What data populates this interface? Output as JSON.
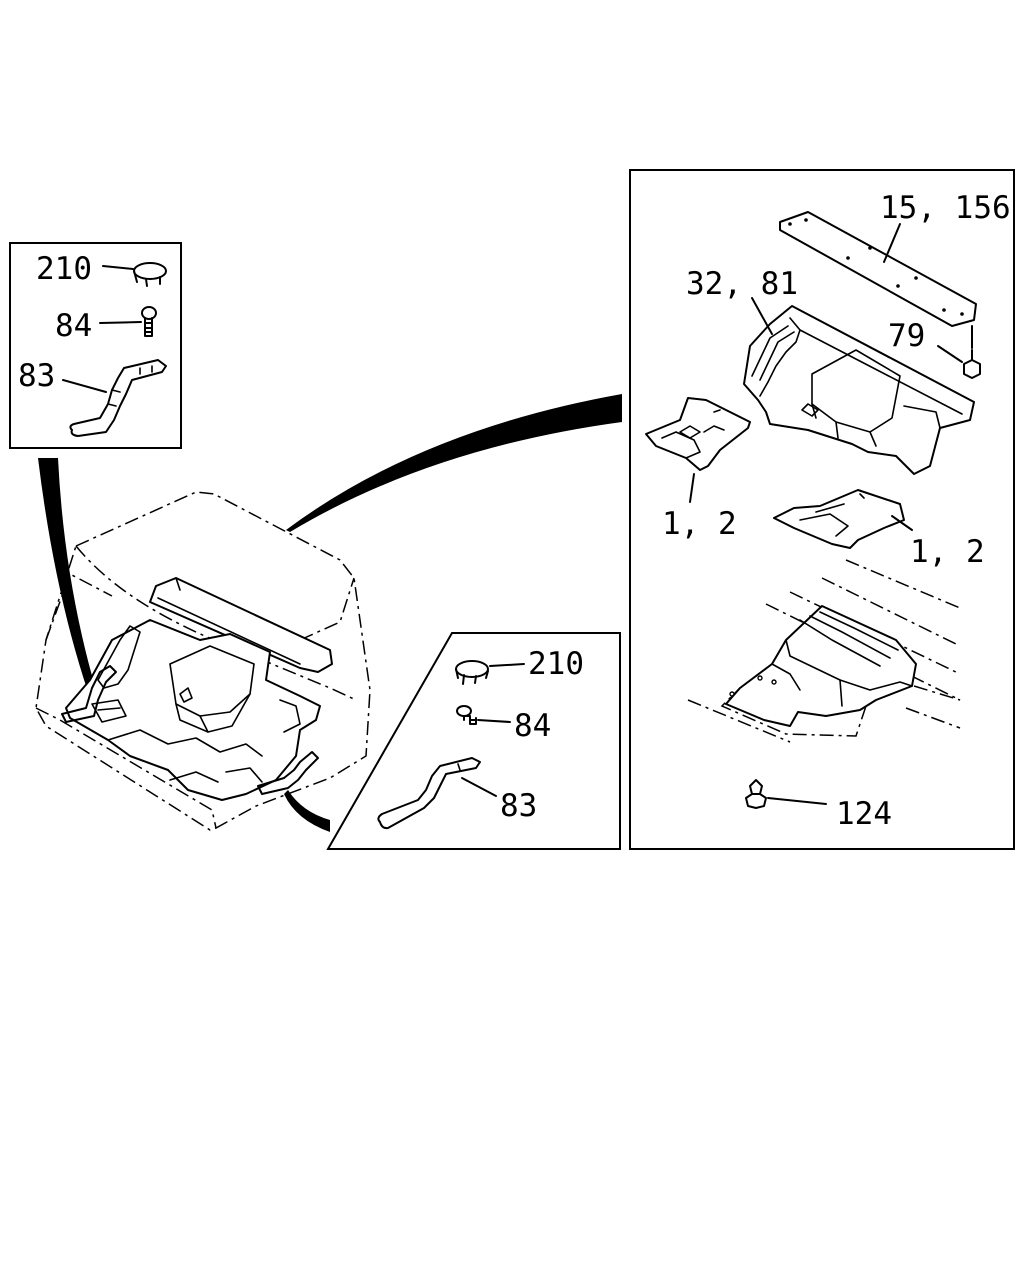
{
  "callouts": {
    "left_box": {
      "cap": "210",
      "bolt": "84",
      "bracket": "83"
    },
    "right_small_box": {
      "cap": "210",
      "bolt": "84",
      "bracket": "83"
    },
    "right_panel": {
      "rear_panel": "15, 156",
      "floor_insulator": "32, 81",
      "clip": "79",
      "left_mat": "1, 2",
      "right_mat": "1, 2",
      "fastener": "124"
    }
  }
}
